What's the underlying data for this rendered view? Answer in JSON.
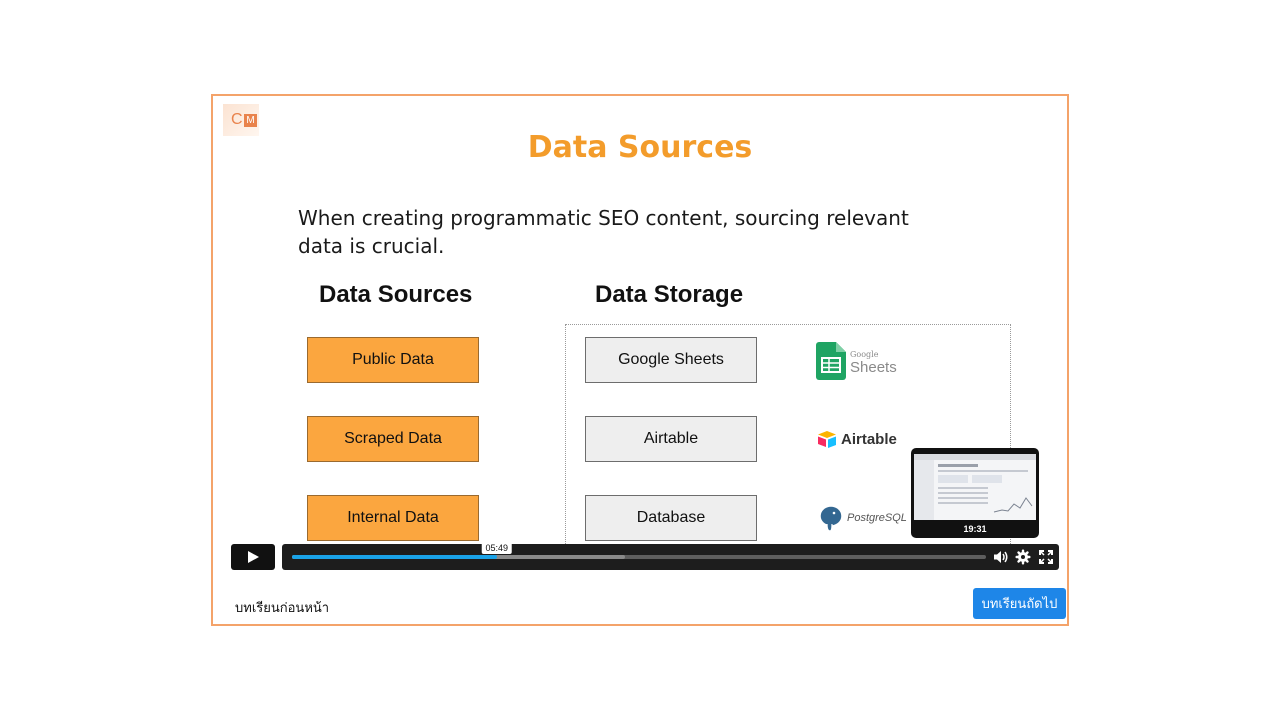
{
  "slide": {
    "logo": {
      "c": "C",
      "m": "M"
    },
    "title": "Data Sources",
    "intro": "When creating programmatic SEO content, sourcing relevant data is crucial.",
    "sources_heading": "Data Sources",
    "storage_heading": "Data Storage",
    "sources": [
      "Public Data",
      "Scraped Data",
      "Internal Data"
    ],
    "storage": [
      "Google Sheets",
      "Airtable",
      "Database"
    ],
    "brands": {
      "google_sheets": {
        "small": "Google",
        "large": "Sheets"
      },
      "airtable": "Airtable",
      "postgresql": "PostgreSQL"
    }
  },
  "player": {
    "current_time": "05:49",
    "played_fraction": 0.295,
    "buffered_fraction": 0.48,
    "thumbnail_time": "19:31"
  },
  "footer": {
    "prev_label": "บทเรียนก่อนหน้า",
    "next_label": "บทเรียนถัดไป"
  },
  "colors": {
    "accent": "#f39c2b",
    "source_box": "#fba63f",
    "progress": "#1aa3e8",
    "next_button": "#1e86e8",
    "frame_border": "#f4a36a"
  }
}
